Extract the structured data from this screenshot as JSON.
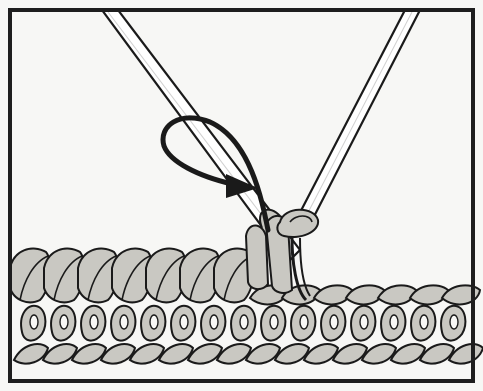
{
  "figure": {
    "subject": "crochet-stitch-illustration",
    "colors": {
      "paper": "#f7f7f5",
      "frame": "#1e1e1e",
      "outline": "#1a1a1a",
      "yarn_fill": "#c9c8c2",
      "yarn_shadow": "#a9a8a2",
      "needle_fill": "#ffffff",
      "arrow": "#1a1a1a"
    },
    "icons": [
      "left-knitting-needle",
      "right-knitting-needle",
      "yarn-loop-arrow",
      "stitch-row",
      "base-chain-row"
    ]
  }
}
